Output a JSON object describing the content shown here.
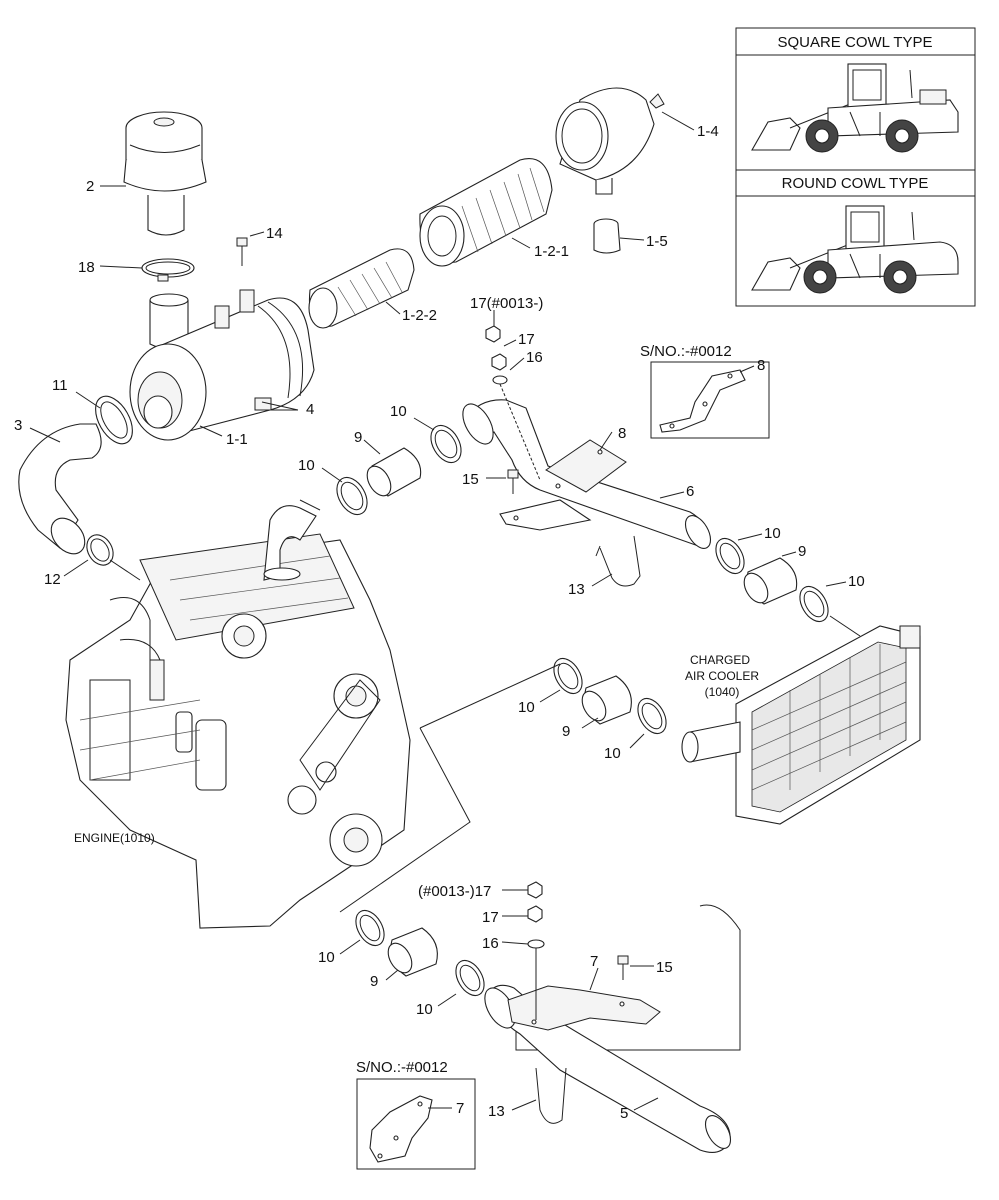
{
  "inset": {
    "square_title": "SQUARE COWL TYPE",
    "round_title": "ROUND COWL TYPE"
  },
  "serial_boxes": {
    "upper": {
      "title": "S/NO.:-#0012",
      "part": "8"
    },
    "lower": {
      "title": "S/NO.:-#0012",
      "part": "7"
    }
  },
  "component_labels": {
    "engine": "ENGINE(1010)",
    "cooler_line1": "CHARGED",
    "cooler_line2": "AIR COOLER",
    "cooler_line3": "(1040)"
  },
  "callouts": {
    "c_1_4": "1-4",
    "c_2": "2",
    "c_14": "14",
    "c_18": "18",
    "c_1_2_1": "1-2-1",
    "c_1_5": "1-5",
    "c_1_2_2": "1-2-2",
    "c_17a": "17(#0013-)",
    "c_17b": "17",
    "c_16a": "16",
    "c_11": "11",
    "c_4": "4",
    "c_3": "3",
    "c_1_1": "1-1",
    "c_10a": "10",
    "c_9a": "9",
    "c_8": "8",
    "c_10b": "10",
    "c_15a": "15",
    "c_6": "6",
    "c_12": "12",
    "c_13a": "13",
    "c_10c": "10",
    "c_9b": "9",
    "c_10d": "10",
    "c_10e": "10",
    "c_9c": "9",
    "c_10f": "10",
    "c_17c": "(#0013-)17",
    "c_17d": "17",
    "c_16b": "16",
    "c_7": "7",
    "c_15b": "15",
    "c_10g": "10",
    "c_9d": "9",
    "c_10h": "10",
    "c_13b": "13",
    "c_5": "5"
  },
  "icons": [
    "wheel-loader-square-cowl-icon",
    "wheel-loader-round-cowl-icon",
    "engine-drawing",
    "air-cleaner-drawing",
    "charge-air-cooler-drawing"
  ]
}
